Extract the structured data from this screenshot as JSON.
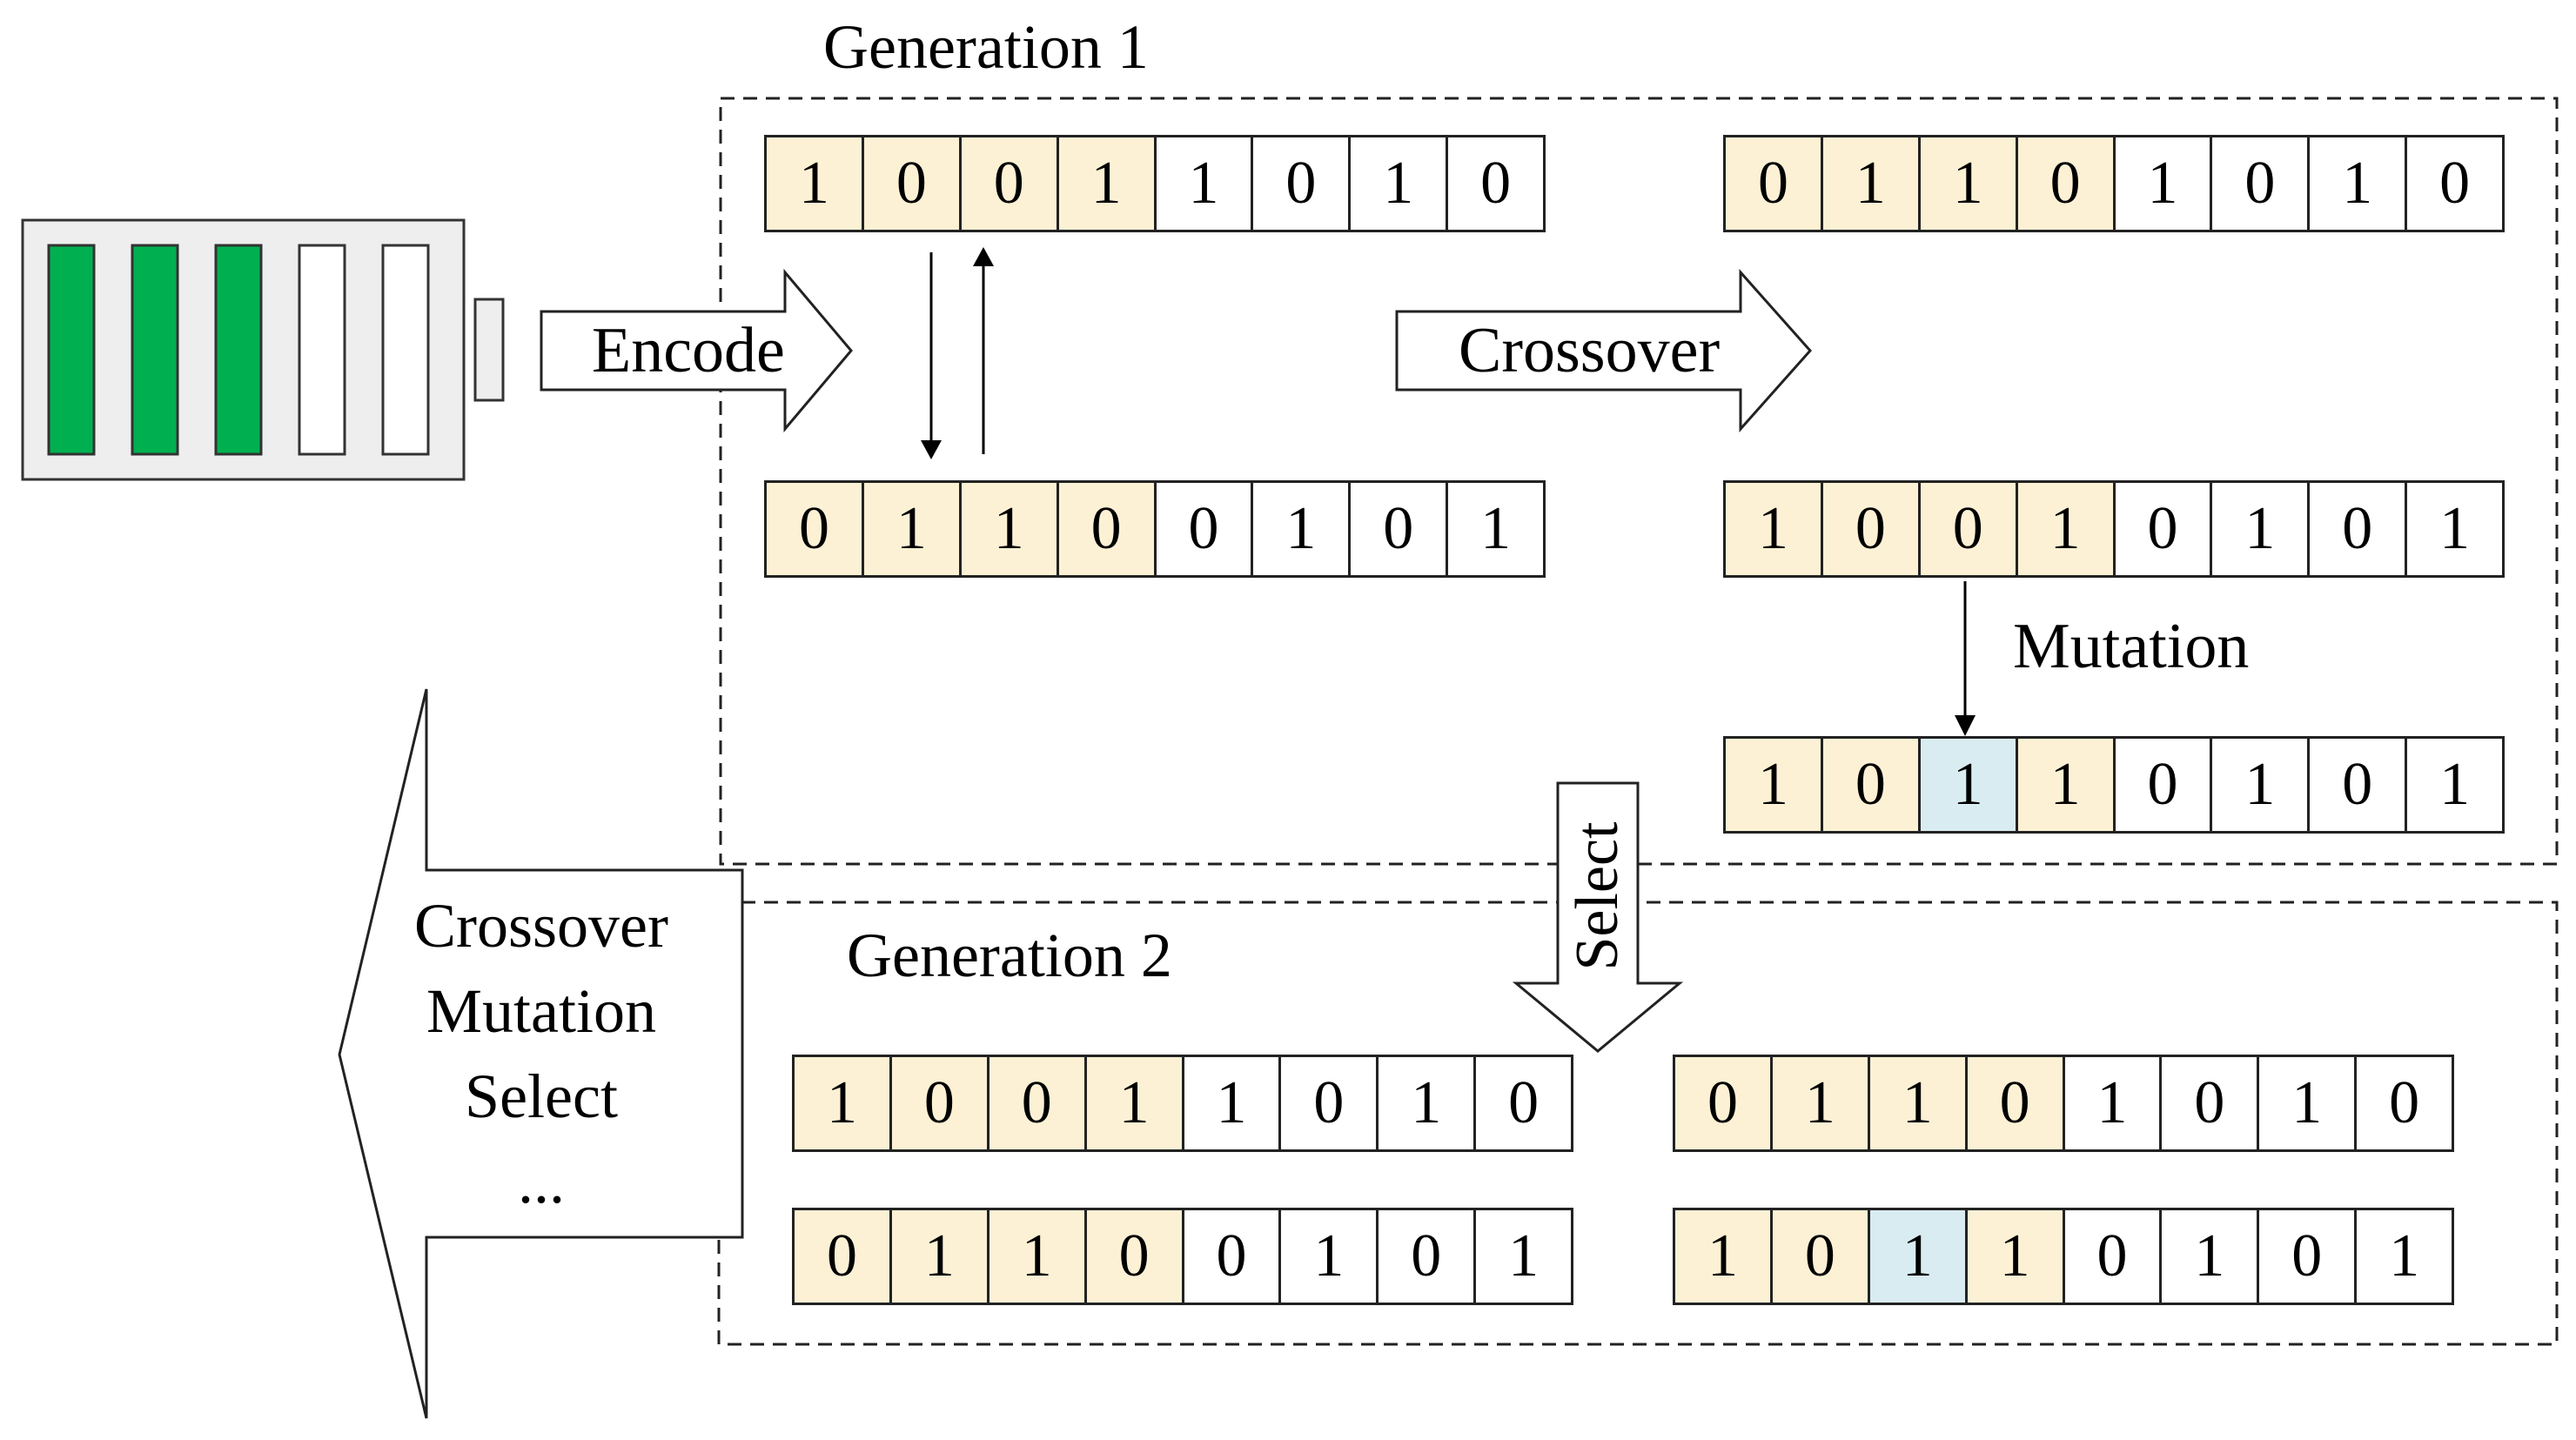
{
  "colors": {
    "gene_highlight": "#fdf1d5",
    "mutated_gene": "#d9ecf2",
    "battery_cell_full": "#00b050",
    "battery_cell_empty": "#ffffff",
    "battery_body": "#eeeeee"
  },
  "icons": {
    "battery": "battery-icon"
  },
  "generation1": {
    "title": "Generation 1",
    "parent_a": [
      1,
      0,
      0,
      1,
      1,
      0,
      1,
      0
    ],
    "parent_b": [
      0,
      1,
      1,
      0,
      0,
      1,
      0,
      1
    ],
    "child_a": [
      0,
      1,
      1,
      0,
      1,
      0,
      1,
      0
    ],
    "child_b": [
      1,
      0,
      0,
      1,
      0,
      1,
      0,
      1
    ],
    "mutated_child": [
      1,
      0,
      1,
      1,
      0,
      1,
      0,
      1
    ]
  },
  "generation2": {
    "title": "Generation 2",
    "rows": [
      [
        1,
        0,
        0,
        1,
        1,
        0,
        1,
        0
      ],
      [
        0,
        1,
        1,
        0,
        1,
        0,
        1,
        0
      ],
      [
        0,
        1,
        1,
        0,
        0,
        1,
        0,
        1
      ],
      [
        1,
        0,
        1,
        1,
        0,
        1,
        0,
        1
      ]
    ]
  },
  "labels": {
    "encode": "Encode",
    "crossover": "Crossover",
    "mutation": "Mutation",
    "select": "Select",
    "loop_lines": [
      "Crossover",
      "Mutation",
      "Select",
      "..."
    ]
  }
}
